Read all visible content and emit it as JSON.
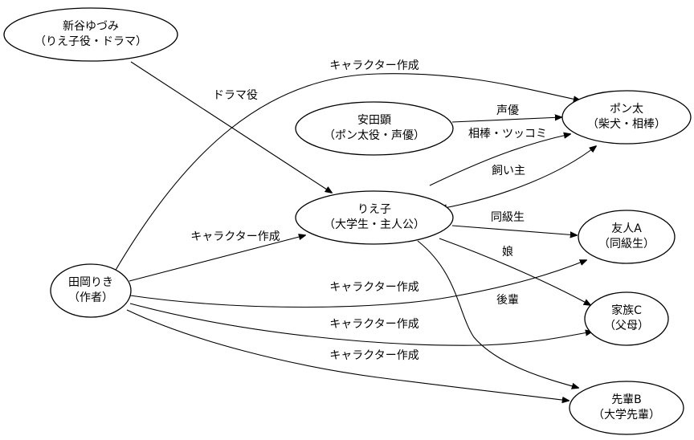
{
  "nodes": {
    "niitani": {
      "line1": "新谷ゆづみ",
      "line2": "（りえ子役・ドラマ）"
    },
    "ponta": {
      "line1": "ポン太",
      "line2": "（柴犬・相棒）"
    },
    "yasuda": {
      "line1": "安田顕",
      "line2": "（ポン太役・声優）"
    },
    "rieko": {
      "line1": "りえ子",
      "line2": "（大学生・主人公）"
    },
    "friendA": {
      "line1": "友人A",
      "line2": "（同級生）"
    },
    "tajioka": {
      "line1": "田岡りき",
      "line2": "（作者）"
    },
    "familyC": {
      "line1": "家族C",
      "line2": "（父母）"
    },
    "seniorB": {
      "line1": "先輩B",
      "line2": "（大学先輩）"
    }
  },
  "edges": {
    "drama_role": "ドラマ役",
    "char_ponta": "キャラクター作成",
    "voice": "声優",
    "partner": "相棒・ツッコミ",
    "owner": "飼い主",
    "char_rieko": "キャラクター作成",
    "classmate": "同級生",
    "daughter": "娘",
    "junior": "後輩",
    "char_friendA": "キャラクター作成",
    "char_familyC": "キャラクター作成",
    "char_seniorB": "キャラクター作成"
  }
}
